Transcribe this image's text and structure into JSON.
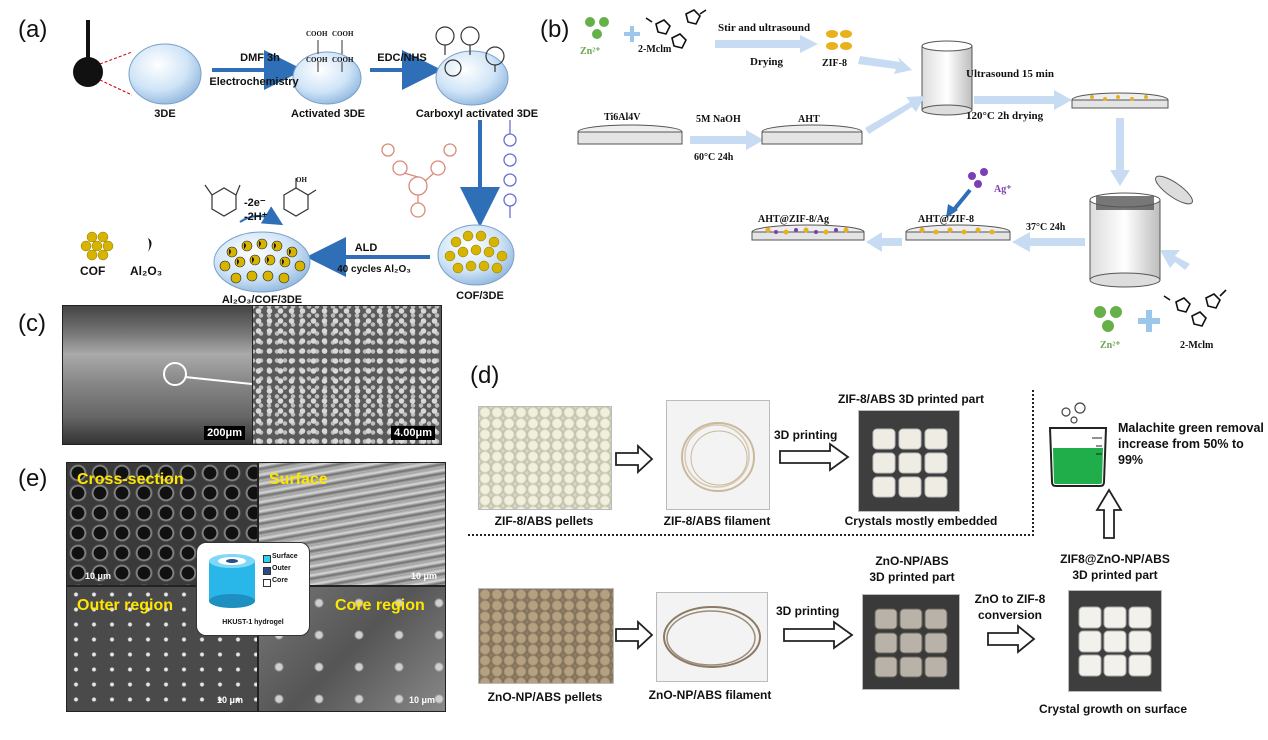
{
  "panel_a": {
    "label": "(a)",
    "step1_top": "DMF 3h",
    "step1_bottom": "Electrochemistry",
    "step2_top": "EDC/NHS",
    "nodes": {
      "n1": "3DE",
      "n2": "Activated 3DE",
      "n3": "Carboxyl activated 3DE",
      "n4": "COF/3DE",
      "n5": "Al₂O₃/COF/3DE"
    },
    "cooh": "COOH",
    "ald_top": "ALD",
    "ald_bottom": "40 cycles Al₂O₃",
    "redox_top": "-2e⁻",
    "redox_bottom": "-2H⁺",
    "legend_cof": "COF",
    "legend_al": "Al₂O₃",
    "oh": "OH"
  },
  "panel_b": {
    "label": "(b)",
    "zn": "Zn²⁺",
    "mclm": "2-Mclm",
    "stir": "Stir and ultrasound",
    "drying": "Drying",
    "zif8": "ZIF-8",
    "ti": "Ti6Al4V",
    "naoh": "5M NaOH",
    "naoh_cond": "60°C 24h",
    "aht": "AHT",
    "ultra": "Ultrasound 15 min",
    "ultra2": "120°C 2h drying",
    "ag": "Ag⁺",
    "aht_zif": "AHT@ZIF-8",
    "aht_zif_ag": "AHT@ZIF-8/Ag",
    "cond37": "37°C 24h"
  },
  "panel_c": {
    "label": "(c)",
    "scale1": "200μm",
    "scale2": "4.00μm"
  },
  "panel_d": {
    "label": "(d)",
    "zif_pellets": "ZIF-8/ABS pellets",
    "zif_filament": "ZIF-8/ABS filament",
    "print1": "3D printing",
    "zif_part": "ZIF-8/ABS 3D printed part",
    "embedded": "Crystals mostly embedded",
    "malachite": "Malachite green removal increase from 50% to 99%",
    "zif8zno": "ZIF8@ZnO-NP/ABS",
    "zif8zno2": "3D printed part",
    "zno_part1": "ZnO-NP/ABS",
    "zno_part2": "3D printed part",
    "conv1": "ZnO to ZIF-8",
    "conv2": "conversion",
    "print2": "3D printing",
    "zno_pellets": "ZnO-NP/ABS pellets",
    "zno_filament": "ZnO-NP/ABS filament",
    "growth": "Crystal growth on surface"
  },
  "panel_e": {
    "label": "(e)",
    "cross": "Cross-section",
    "surface": "Surface",
    "outer": "Outer region",
    "core": "Core region",
    "scale": "10 μm",
    "legend_surface": "Surface",
    "legend_outer": "Outer",
    "legend_core": "Core",
    "hydrogel": "HKUST-1 hydrogel"
  },
  "colors": {
    "arrow_blue": "#2f6fb8",
    "light_arrow": "#c7dcf3",
    "cof_yellow": "#d6b400",
    "zn_green": "#66b04a",
    "ag_purple": "#7b3fb5",
    "sem_yellow": "#ffe600",
    "beaker_green": "#1fae4a"
  }
}
